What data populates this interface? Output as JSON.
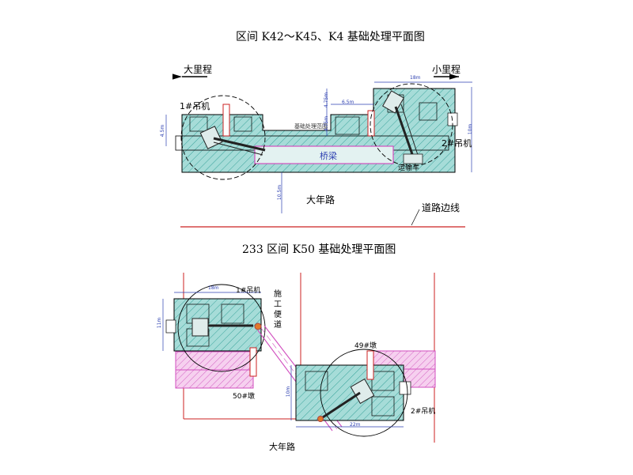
{
  "plan1": {
    "title": "区间 K42～K45、K4 基础处理平面图",
    "dir_left": "大里程",
    "dir_right": "小里程",
    "crane_left": "1#吊机",
    "crane_right": "2#吊机",
    "bridge": "桥梁",
    "transport": "运输车",
    "road": "大年路",
    "road_edge": "道路边线",
    "dim_18m": "18m",
    "dim_10m": "10m",
    "dim_4_5m": "4.5m",
    "dim_4_75m_a": "4.75m",
    "dim_4_75m_b": "4.75m",
    "dim_6_5m": "6.5m",
    "dim_10_5m": "10.5m",
    "note": "基础处理范围"
  },
  "plan2": {
    "title": "233 区间 K50 基础处理平面图",
    "crane_1": "1#吊机",
    "crane_2": "2#吊机",
    "construction_road": [
      "施",
      "工",
      "便",
      "道"
    ],
    "pier_49": "49#墩",
    "pier_50": "50#墩",
    "road": "大年路",
    "dim_18m": "18m",
    "dim_11m": "11m",
    "dim_22m": "22m",
    "dim_10m": "10m"
  },
  "colors": {
    "fill": "#9ed9d6",
    "hatch": "#3aa39b",
    "pier": "#e27fd6",
    "road_line": "#cc2222",
    "dim": "#2c3fb0",
    "outline": "#000000"
  }
}
